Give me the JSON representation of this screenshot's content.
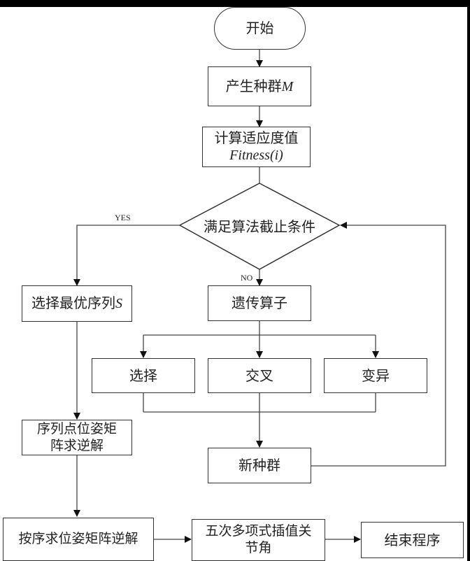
{
  "flowchart": {
    "start": "开始",
    "generate_population": {
      "text": "产生种群",
      "var": "M"
    },
    "compute_fitness": {
      "line1": "计算适应度值",
      "line2": "Fitness(i)"
    },
    "decision": "满足算法截止条件",
    "yes_label": "YES",
    "no_label": "NO",
    "select_best": {
      "text": "选择最优序列",
      "var": "S"
    },
    "genetic_operators": "遗传算子",
    "selection": "选择",
    "crossover": "交叉",
    "mutation": "变异",
    "new_population": "新种群",
    "inverse_each": {
      "line1": "序列点位姿矩",
      "line2": "阵求逆解"
    },
    "inverse_ordered": "按序求位姿矩阵逆解",
    "quintic_interp": {
      "line1": "五次多项式插值关",
      "line2": "节角"
    },
    "end": "结束程序"
  }
}
